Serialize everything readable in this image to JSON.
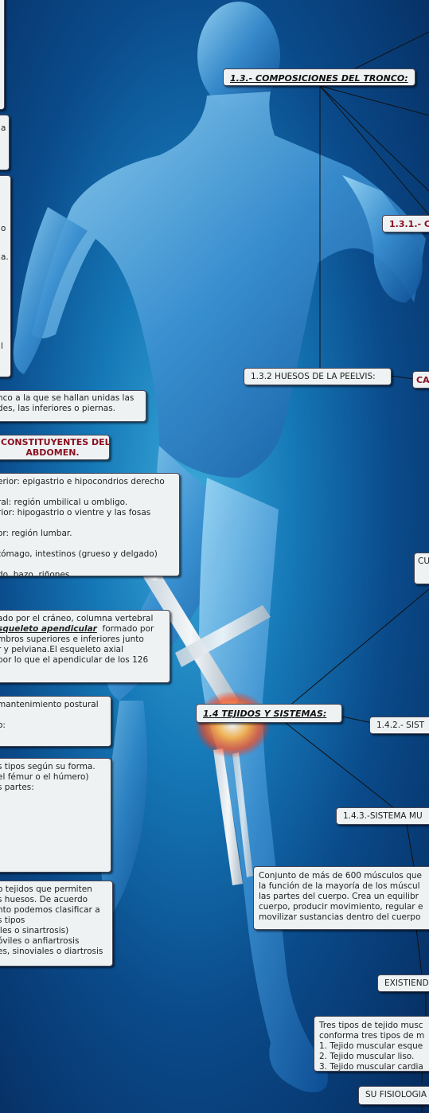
{
  "nodes": {
    "root_title": "1.3.- COMPOSICIONES DEL TRONCO:",
    "c131": "1.3.1.- C",
    "huesos_pelvis": "1.3.2 HUESOS DE LA PEELVIS:",
    "ca_node": "CA",
    "cu_node": "CU",
    "tejidos": "1.4 TEJIDOS Y SISTEMAS:",
    "sist142": "1.4.2.- SIST",
    "sist143": "1.4.3.-SISTEMA MU",
    "existiend": "EXISTIEND",
    "fisiologia": "SU FISIOLOGIA",
    "tronco": "nco a la que se hallan unidas las\ndes, las inferiores o piernas.",
    "constituyentes": "CONSTITUYENTES DEL\nABDOMEN.",
    "regiones": "erior: epigastrio e hipocondrios derecho\n\nral: región umbilical u ombligo.\nrior: hipogastrio o vientre y las fosas\n\nor: región lumbar.\n\ntómago, intestinos (grueso y delgado)\n\ndo, bazo, riñones.",
    "esqueleto_1": "ado por el cráneo, columna vertebral",
    "esqueleto_2a": "squeleto apendicular",
    "esqueleto_2b": "  formado por",
    "esqueleto_3": "mbros superiores e inferiores junto\nr y pelviana.El esqueleto axial\npor lo que el apendicular de los 126",
    "postural": "mantenimiento postural\n\no:",
    "tipos_hueso": "s tipos según su forma.\nel fémur o el húmero)\ns partes:",
    "articulaciones": "o tejidos que permiten\ns huesos. De acuerdo\nnto podemos clasificar a\ns tipos\niles o sinartrosis)\nóviles o anfiartrosis\nes, sinoviales o diartrosis",
    "musculos_600": "Conjunto de más de 600 músculos que\nla función de la mayoría de los múscul\nlas partes del cuerpo. Crea un equilibr\ncuerpo, producir movimiento, regular e\nmovilizar sustancias dentro del cuerpo",
    "tres_tipos": "Tres tipos de tejido musc\nconforma tres tipos de m\n1. Tejido muscular esque\n2. Tejido muscular liso.\n3. Tejido muscular cardia"
  },
  "colors": {
    "background": "#0a4a8a",
    "node_fill": "#eef2f3",
    "title_red": "#8a1020"
  }
}
